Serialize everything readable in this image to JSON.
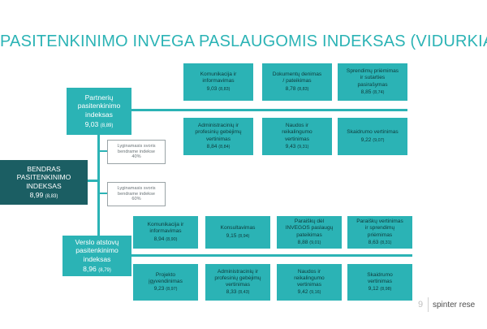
{
  "title": "PASITENKINIMO INVEGA PASLAUGOMIS INDEKSAS (VIDURKIAI)",
  "overall": {
    "lines": [
      "BENDRAS",
      "PASITENKINIMO",
      "INDEKSAS"
    ],
    "value": "8,99",
    "prev": "(8,83)"
  },
  "partners": {
    "label_lines": [
      "Partnerių",
      "pasitenkinimo",
      "indeksas"
    ],
    "value": "9,03",
    "prev": "(8,89)",
    "weight_lines": [
      "Lyginamasis svoris",
      "bendrame indekse",
      "40%"
    ],
    "items": [
      {
        "lines": [
          "Komunikacija ir",
          "informavimas"
        ],
        "value": "9,03",
        "prev": "(8,83)"
      },
      {
        "lines": [
          "Dokumentų denimas",
          "/ pateikimas"
        ],
        "value": "8,78",
        "prev": "(8,83)"
      },
      {
        "lines": [
          "Sprendimų priėmimas",
          "ir sutarties",
          "pasirašymas"
        ],
        "value": "8,85",
        "prev": "(8,74)"
      },
      {
        "lines": [
          "Administracinių ir",
          "profesinių gebėjimų",
          "vertinimas"
        ],
        "value": "8,84",
        "prev": "(8,84)"
      },
      {
        "lines": [
          "Naudos ir",
          "reikalingumo",
          "vertinimas"
        ],
        "value": "9,43",
        "prev": "(9,31)"
      },
      {
        "lines": [
          "Skaidrumo vertinimas"
        ],
        "value": "9,22",
        "prev": "(9,07)"
      }
    ]
  },
  "business": {
    "label_lines": [
      "Verslo atstovų",
      "pasitenkinimo",
      "indeksas"
    ],
    "value": "8,96",
    "prev": "(8,79)",
    "weight_lines": [
      "Lyginamasis svoris",
      "bendrame indekse",
      "60%"
    ],
    "items": [
      {
        "lines": [
          "Komunikacija ir",
          "informavimas"
        ],
        "value": "8,94",
        "prev": "(8,90)"
      },
      {
        "lines": [
          "Konsultavimas"
        ],
        "value": "9,15",
        "prev": "(8,94)"
      },
      {
        "lines": [
          "Paraiškų dėl",
          "INVEGOS paslaugų",
          "pateikimas"
        ],
        "value": "8,88",
        "prev": "(9,01)"
      },
      {
        "lines": [
          "Paraiškų vertinimas",
          "ir sprendimų",
          "priėmimas"
        ],
        "value": "8,63",
        "prev": "(8,31)"
      },
      {
        "lines": [
          "Projekto",
          "įgyvendinimas"
        ],
        "value": "9,23",
        "prev": "(8,97)"
      },
      {
        "lines": [
          "Administracinių ir",
          "profesinių gebėjimų",
          "vertinimas"
        ],
        "value": "8,33",
        "prev": "(8,43)"
      },
      {
        "lines": [
          "Naudos ir",
          "reikalingumo",
          "vertinimas"
        ],
        "value": "9,42",
        "prev": "(9,16)"
      },
      {
        "lines": [
          "Skaidrumo",
          "vertinimas"
        ],
        "value": "9,12",
        "prev": "(8,98)"
      }
    ]
  },
  "footer": {
    "page_number": "9",
    "brand": "spinter rese"
  },
  "colors": {
    "teal": "#2bb3b5",
    "dark_teal": "#1b5e63",
    "box_text": "#0e3a3b",
    "title": "#2bb3b5"
  }
}
